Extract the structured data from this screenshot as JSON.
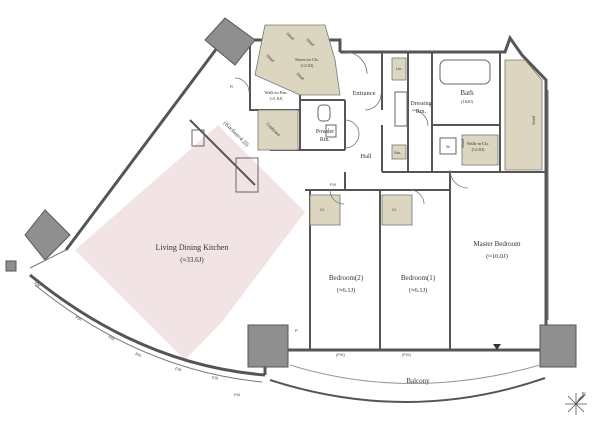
{
  "rooms": {
    "ldk": {
      "name": "Living Dining Kitchen",
      "size": "(≈33.6J)"
    },
    "kitchen": {
      "name": "(Kitchen≈4.2J)"
    },
    "entrance": {
      "name": "Entrance"
    },
    "hall": {
      "name": "Hall"
    },
    "powder": {
      "name1": "Powder",
      "name2": "Rm."
    },
    "dressing": {
      "name1": "Dressing",
      "name2": "Rm."
    },
    "bath": {
      "name": "Bath",
      "size": "(1620)"
    },
    "walkin_pan": {
      "name": "Walk-in Pan.",
      "size": "(≈1.8J)"
    },
    "shoesin": {
      "name": "Shoes-in Cls.",
      "size": "(≈2.0J)"
    },
    "walkin_cl": {
      "name": "Walk-in Cls.",
      "size": "(≈2.8J)"
    },
    "bed2": {
      "name": "Bedroom(2)",
      "size": "(≈6.1J)"
    },
    "bed1": {
      "name": "Bedroom(1)",
      "size": "(≈6.1J)"
    },
    "master": {
      "name": "Master Bedroom",
      "size": "(≈10.0J)"
    },
    "balcony": {
      "name": "Balcony"
    }
  },
  "small_labels": {
    "shelf": "Shelf",
    "cupboard": "Cupboard",
    "lin": "Lin.",
    "sto": "Sto.",
    "cl": "Cl.",
    "fix": "FIX",
    "fix_paren": "(FIX)",
    "w": "W",
    "r": "R",
    "p": "P",
    "n": "N"
  },
  "colors": {
    "wall": "#555555",
    "column": "#8f8f8f",
    "storage": "#dcd6c0",
    "ldk_floor": "#f2e4e4"
  }
}
